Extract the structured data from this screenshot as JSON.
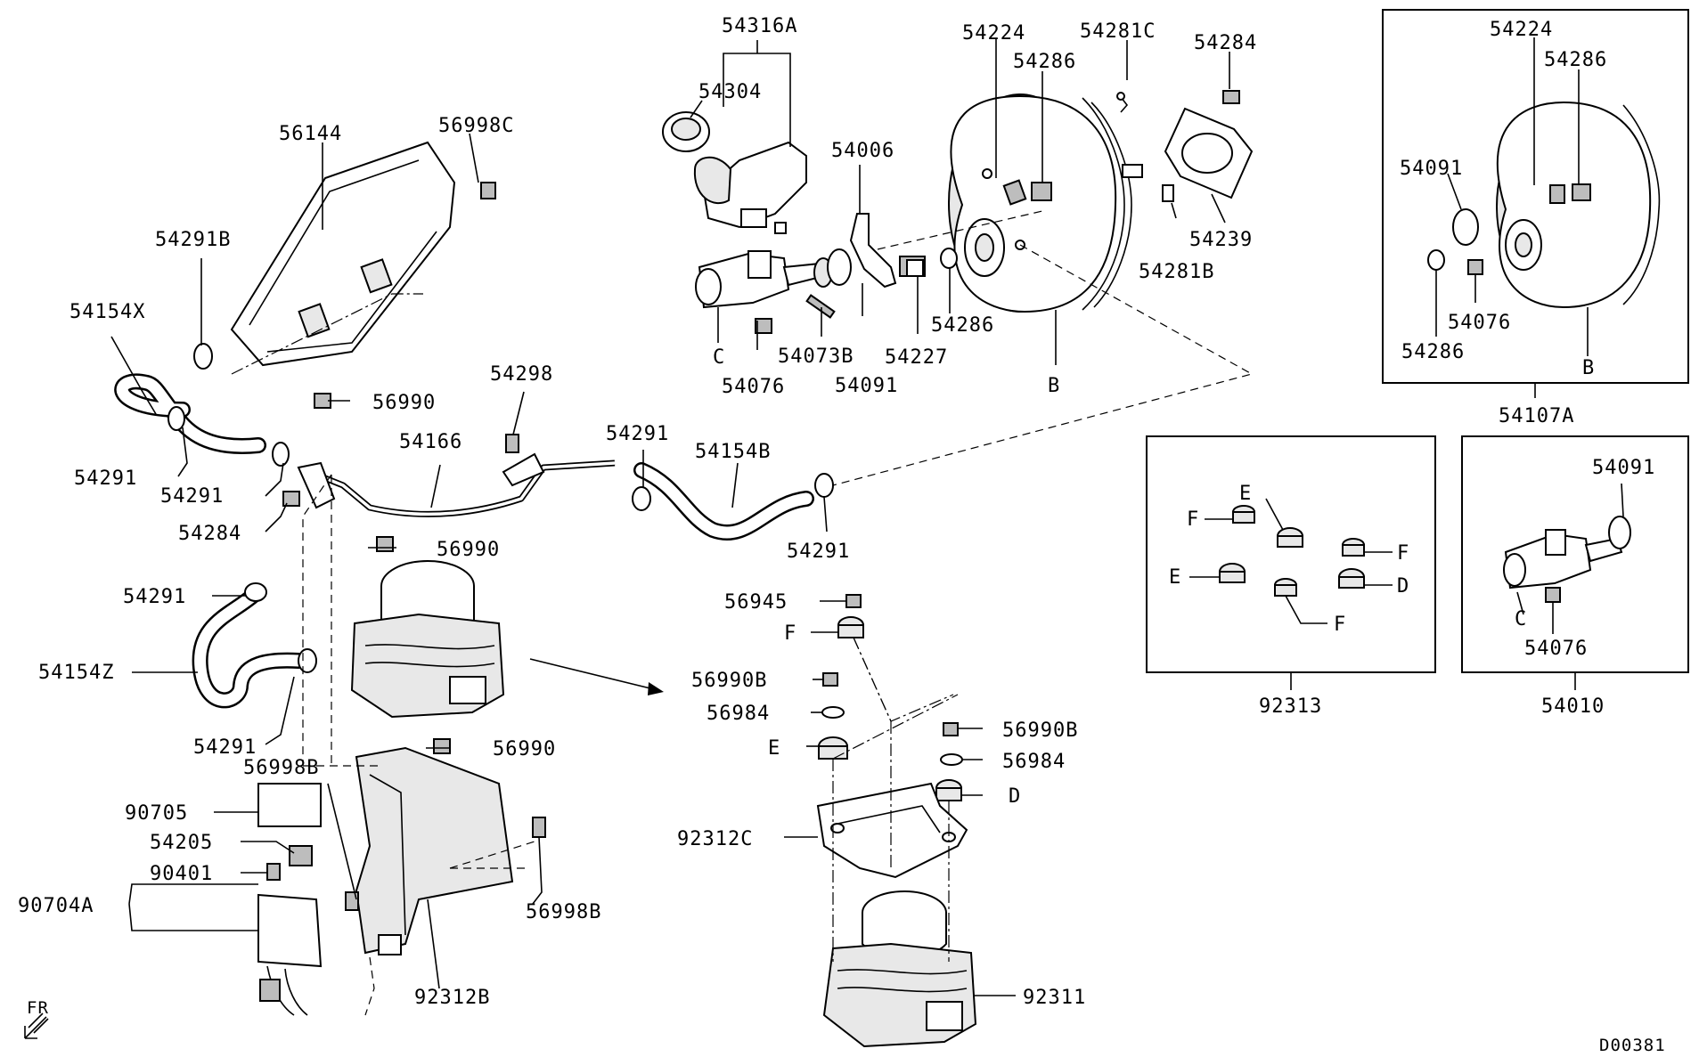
{
  "diagram_code": "D00381",
  "direction_label": "FR",
  "labels": {
    "p54316A": "54316A",
    "p54304": "54304",
    "p54006": "54006",
    "p54224": "54224",
    "p54286_top": "54286",
    "p54281C": "54281C",
    "p54284_top": "54284",
    "p54239": "54239",
    "p54281B": "54281B",
    "p54286_mid": "54286",
    "p54227": "54227",
    "p54091_main": "54091",
    "p54073B": "54073B",
    "p54076_main": "54076",
    "C_main": "C",
    "B_main": "B",
    "p56144": "56144",
    "p56998C": "56998C",
    "p54291B": "54291B",
    "p54154X": "54154X",
    "p56990_a": "56990",
    "p54298": "54298",
    "p54166": "54166",
    "p54291_a": "54291",
    "p54291_b": "54291",
    "p54291_c": "54291",
    "p54154B": "54154B",
    "p54291_d": "54291",
    "p54284_mid": "54284",
    "p56990_b": "56990",
    "p54291_e": "54291",
    "p54154Z": "54154Z",
    "p54291_f": "54291",
    "p56990_c": "56990",
    "p56998B_a": "56998B",
    "p90705": "90705",
    "p54205": "54205",
    "p90401": "90401",
    "p90704A": "90704A",
    "p56998B_b": "56998B",
    "p92312B": "92312B",
    "p56945": "56945",
    "F_a": "F",
    "p56990B_a": "56990B",
    "p56984_a": "56984",
    "E_a": "E",
    "p56990B_b": "56990B",
    "p56984_b": "56984",
    "D_a": "D",
    "p92312C": "92312C",
    "p92311": "92311",
    "inset_booster": {
      "p54224": "54224",
      "p54286_top": "54286",
      "p54091": "54091",
      "p54076": "54076",
      "p54286_bot": "54286",
      "B": "B",
      "caption": "54107A"
    },
    "inset_mounts": {
      "E_top": "E",
      "F_top": "F",
      "F_right": "F",
      "E_left": "E",
      "D": "D",
      "F_bottom": "F",
      "caption": "92313"
    },
    "inset_mc": {
      "p54091": "54091",
      "C": "C",
      "p54076": "54076",
      "caption": "54010"
    }
  }
}
